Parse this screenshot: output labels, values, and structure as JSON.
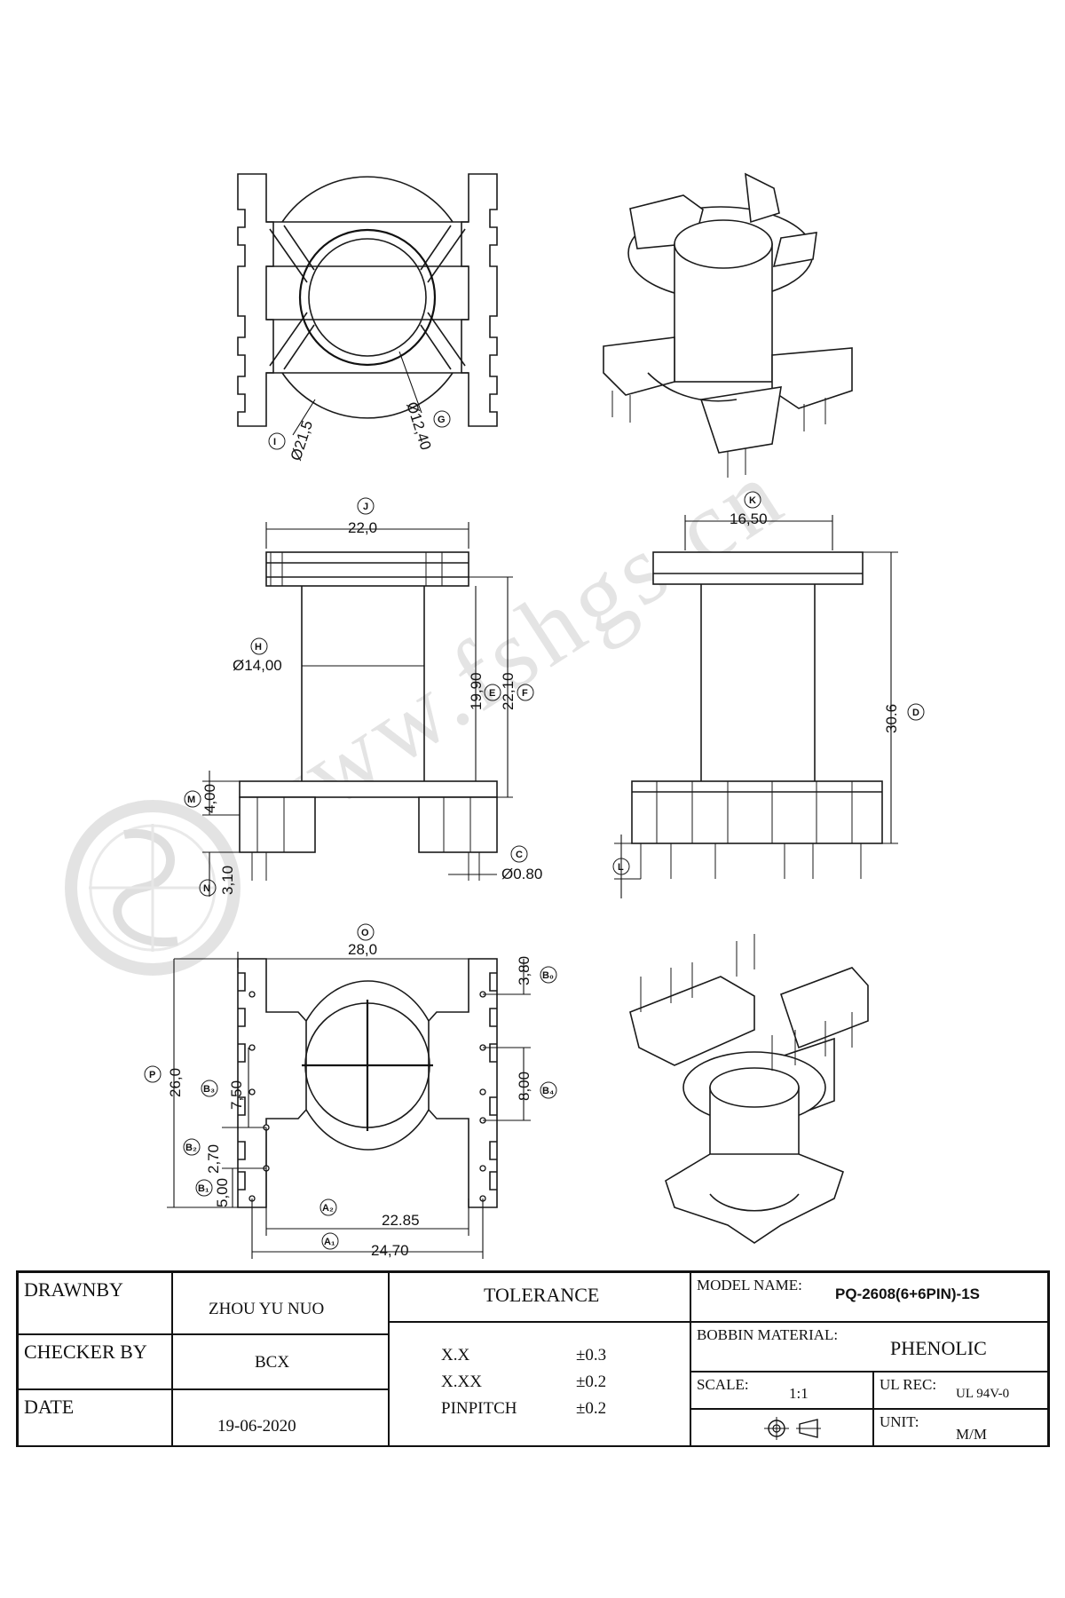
{
  "watermark": "www.fshgs.cn",
  "dimensions": {
    "I": "Ø21,5",
    "G": "Ø12,40",
    "J": "22,0",
    "K": "16,50",
    "H": "Ø14,00",
    "E": "19,90",
    "F": "22,10",
    "D": "30.6",
    "M": "4,00",
    "N": "3,10",
    "C": "Ø0.80",
    "L": "",
    "O": "28,0",
    "P": "26,0",
    "B0": "3,80",
    "B4": "8,00",
    "B3": "7,50",
    "B2": "2,70",
    "B1": "5,00",
    "A2": "22.85",
    "A1": "24,70"
  },
  "labels": {
    "I": "I",
    "G": "G",
    "J": "J",
    "K": "K",
    "H": "H",
    "E": "E",
    "F": "F",
    "D": "D",
    "M": "M",
    "N": "N",
    "C": "C",
    "L": "L",
    "O": "O",
    "P": "P",
    "B0": "B₀",
    "B4": "B₄",
    "B3": "B₃",
    "B2": "B₂",
    "B1": "B₁",
    "A2": "A₂",
    "A1": "A₁"
  },
  "title_block": {
    "drawnby_label": "DRAWNBY",
    "drawnby_value": "ZHOU YU NUO",
    "checker_label": "CHECKER BY",
    "checker_value": "BCX",
    "date_label": "DATE",
    "date_value": "19-06-2020",
    "tolerance_label": "TOLERANCE",
    "tolerance": [
      {
        "k": "X.X",
        "v": "±0.3"
      },
      {
        "k": "X.XX",
        "v": "±0.2"
      },
      {
        "k": "PINPITCH",
        "v": "±0.2"
      }
    ],
    "model_label": "MODEL NAME:",
    "model_value": "PQ-2608(6+6PIN)-1S",
    "material_label": "BOBBIN MATERIAL:",
    "material_value": "PHENOLIC",
    "scale_label": "SCALE:",
    "scale_value": "1:1",
    "ul_label": "UL REC:",
    "ul_value": "UL 94V-0",
    "unit_label": "UNIT:",
    "unit_value": "M/M",
    "projection_icon": "third-angle-projection-icon"
  }
}
